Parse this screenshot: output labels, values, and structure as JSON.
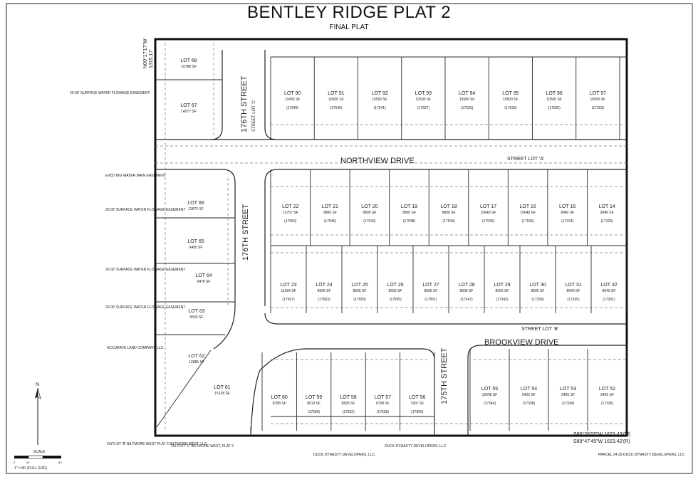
{
  "title": "BENTLEY RIDGE PLAT 2",
  "subtitle": "FINAL PLAT",
  "streets": {
    "northview": "NORTHVIEW DRIVE",
    "brookview": "BROOKVIEW DRIVE",
    "st176_upper": "176TH STREET",
    "st176_lower": "176TH STREET",
    "st175": "175TH STREET",
    "lot_a": "STREET LOT 'A'",
    "lot_b": "STREET LOT 'B'",
    "lot_c": "STREET LOT 'C'"
  },
  "lots_row1": [
    {
      "name": "LOT 90",
      "area": "13435 SF",
      "addr": "(17549)"
    },
    {
      "name": "LOT 91",
      "area": "10500 SF",
      "addr": "(17545)"
    },
    {
      "name": "LOT 92",
      "area": "10500 SF",
      "addr": "(17541)"
    },
    {
      "name": "LOT 93",
      "area": "10500 SF",
      "addr": "(17537)"
    },
    {
      "name": "LOT 94",
      "area": "10500 SF",
      "addr": "(17533)"
    },
    {
      "name": "LOT 95",
      "area": "10500 SF",
      "addr": "(17529)"
    },
    {
      "name": "LOT 96",
      "area": "10500 SF",
      "addr": "(17525)"
    },
    {
      "name": "LOT 97",
      "area": "10500 SF",
      "addr": "(17323)"
    }
  ],
  "lots_west_upper": [
    {
      "name": "LOT 68",
      "area": "10788 SF"
    },
    {
      "name": "LOT 67",
      "area": "14577 SF"
    }
  ],
  "lots_row2": [
    {
      "name": "LOT 22",
      "area": "12757 SF",
      "addr": "(17550)"
    },
    {
      "name": "LOT 21",
      "area": "9800 SF",
      "addr": "(17546)"
    },
    {
      "name": "LOT 20",
      "area": "9800 SF",
      "addr": "(17542)"
    },
    {
      "name": "LOT 19",
      "area": "9800 SF",
      "addr": "(17538)"
    },
    {
      "name": "LOT 18",
      "area": "9800 SF",
      "addr": "(17534)"
    },
    {
      "name": "LOT 17",
      "area": "10640 SF",
      "addr": "(17530)"
    },
    {
      "name": "LOT 16",
      "area": "10640 SF",
      "addr": "(17526)"
    },
    {
      "name": "LOT 15",
      "area": "9940 SF",
      "addr": "(17324)"
    },
    {
      "name": "LOT 14",
      "area": "9940 SF",
      "addr": "(17320)"
    }
  ],
  "lots_row3": [
    {
      "name": "LOT 23",
      "area": "11354 SF",
      "addr": "(17567)"
    },
    {
      "name": "LOT 24",
      "area": "8505 SF",
      "addr": "(17563)"
    },
    {
      "name": "LOT 25",
      "area": "8505 SF",
      "addr": "(17559)"
    },
    {
      "name": "LOT 26",
      "area": "8505 SF",
      "addr": "(17555)"
    },
    {
      "name": "LOT 27",
      "area": "8505 SF",
      "addr": "(17551)"
    },
    {
      "name": "LOT 28",
      "area": "8505 SF",
      "addr": "(17347)"
    },
    {
      "name": "LOT 29",
      "area": "8505 SF",
      "addr": "(17343)"
    },
    {
      "name": "LOT 30",
      "area": "8505 SF",
      "addr": "(17339)"
    },
    {
      "name": "LOT 31",
      "area": "8640 SF",
      "addr": "(17335)"
    },
    {
      "name": "LOT 32",
      "area": "8640 SF",
      "addr": "(17331)"
    }
  ],
  "lots_west_lower": [
    {
      "name": "LOT 66",
      "area": "13672 SF"
    },
    {
      "name": "LOT 65",
      "area": "9409 SF"
    },
    {
      "name": "LOT 64",
      "area": "9478 SF"
    },
    {
      "name": "LOT 63",
      "area": "9533 SF"
    },
    {
      "name": "LOT 62",
      "area": "12885 SF"
    },
    {
      "name": "LOT 61",
      "area": "15128 SF"
    }
  ],
  "lots_row4": [
    {
      "name": "LOT 60",
      "area": "8788 SF",
      "addr": ""
    },
    {
      "name": "LOT 59",
      "area": "8913 SF",
      "addr": "(17566)"
    },
    {
      "name": "LOT 58",
      "area": "8826 SF",
      "addr": "(17562)"
    },
    {
      "name": "LOT 57",
      "area": "8708 SF",
      "addr": "(17558)"
    },
    {
      "name": "LOT 56",
      "area": "7901 SF",
      "addr": "(17550)"
    }
  ],
  "lots_row4_east": [
    {
      "name": "LOT 55",
      "area": "12648 SF",
      "addr": "(17344)"
    },
    {
      "name": "LOT 54",
      "area": "9425 SF",
      "addr": "(17338)"
    },
    {
      "name": "LOT 53",
      "area": "9425 SF",
      "addr": "(17334)"
    },
    {
      "name": "LOT 52",
      "area": "9425 SF",
      "addr": "(17330)"
    }
  ],
  "bearings": {
    "north_edge": "N00°17'17\"W",
    "north_dist": "1315.17'",
    "south_measured": "S89°26'05\"W 1623.43'(M)",
    "south_record": "S89°47'45\"W 1623.42'(R)"
  },
  "scale": {
    "label": "SCALE",
    "text": "1\" = 80' (FULL SIZE)",
    "ticks": [
      "0",
      "40",
      "80"
    ]
  },
  "notes": {
    "west_a": "20.00' SURFACE WATER FLOWAGE EASEMENT",
    "west_b": "20.00' SURFACE WATER FLOWAGE EASEMENT",
    "west_c": "20.00' SURFACE WATER FLOWAGE EASEMENT",
    "west_d": "20.00' SURFACE WATER FLOWAGE EASEMENT",
    "west_e": "EXISTING WATER MAIN EASEMENT",
    "adjacent_w": "OUTLOT 'C' BILTMORE WEST, PLAT 2",
    "adjacent_sw": "OUTLOT 'B' BILTMORE WEST PLAT 2 BILTMORE WEST, LLC",
    "adjacent_owner": "ACCURATE LAND COMPANY, LLC",
    "adjacent_s1": "DUCK DYNASTY DEVELOPERS, LLC",
    "adjacent_s2": "DUCK DYNASTY DEVELOPERS, LLC",
    "adjacent_se": "PARCEL 24-39 DUCK DYNASTY DEVELOPERS, LLC"
  },
  "colors": {
    "line": "#1c1c1c",
    "easement": "#707070",
    "bg": "#ffffff"
  }
}
